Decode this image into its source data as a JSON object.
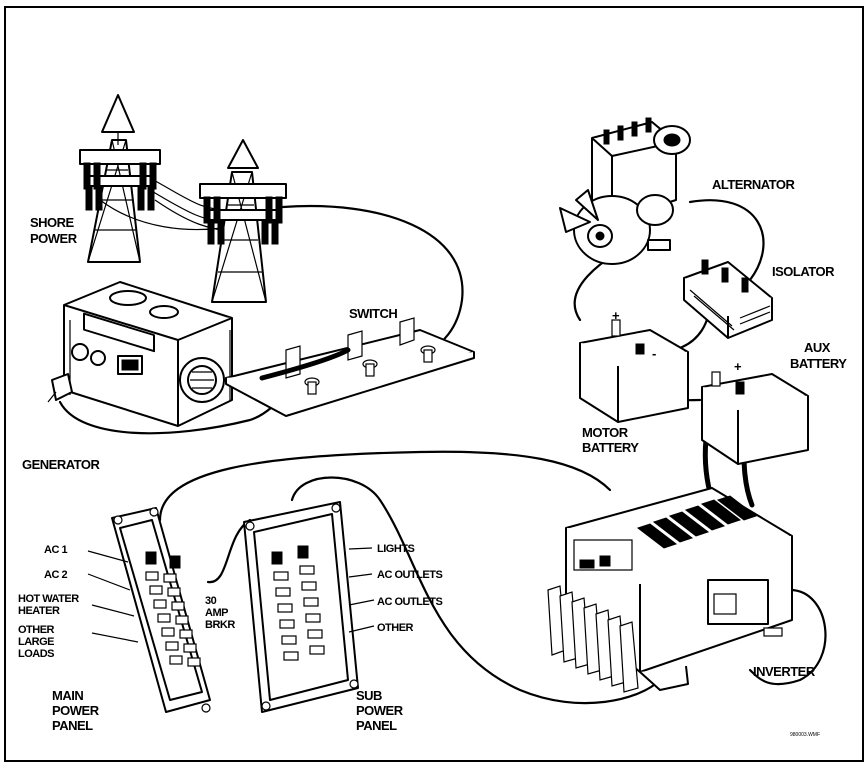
{
  "labels": {
    "shore_power": [
      "SHORE",
      "POWER"
    ],
    "generator": "GENERATOR",
    "switch": "SWITCH",
    "alternator": "ALTERNATOR",
    "isolator": "ISOLATOR",
    "aux_battery": [
      "AUX",
      "BATTERY"
    ],
    "motor_battery": [
      "MOTOR",
      "BATTERY"
    ],
    "inverter": "INVERTER",
    "main_power_panel": [
      "MAIN",
      "POWER",
      "PANEL"
    ],
    "sub_power_panel": [
      "SUB",
      "POWER",
      "PANEL"
    ],
    "breaker": [
      "30",
      "AMP",
      "BRKR"
    ],
    "main_panel_circuits": [
      "AC 1",
      "AC 2",
      "HOT WATER",
      "HEATER",
      "OTHER",
      "LARGE",
      "LOADS"
    ],
    "sub_panel_circuits": [
      "LIGHTS",
      "AC OUTLETS",
      "AC OUTLETS",
      "OTHER"
    ],
    "battery_terminals": {
      "plus": "+",
      "minus": "-"
    },
    "figure_code": "980003.WMF"
  }
}
